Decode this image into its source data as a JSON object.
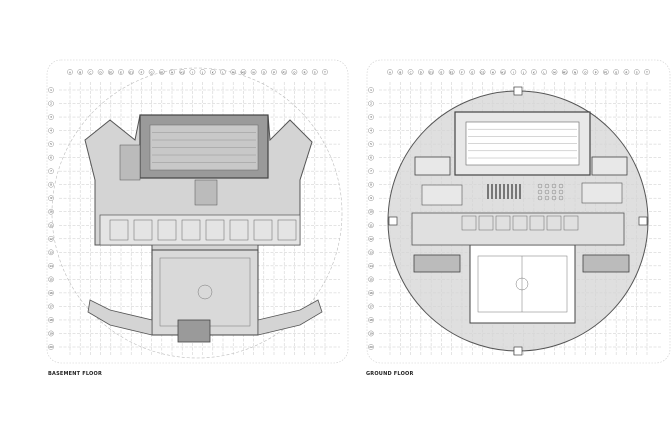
{
  "plans": [
    {
      "id": "basement",
      "caption": "BASEMENT FLOOR",
      "columns": [
        "A",
        "B",
        "C",
        "D",
        "D1",
        "E",
        "E1",
        "F",
        "G",
        "G1",
        "H",
        "H1",
        "I",
        "J",
        "K",
        "L",
        "M",
        "M1",
        "N",
        "O",
        "P",
        "P1",
        "Q",
        "R",
        "S",
        "T"
      ],
      "rows": [
        "1",
        "2",
        "3",
        "4",
        "5",
        "6",
        "7",
        "8",
        "9",
        "10",
        "11",
        "12",
        "13",
        "14",
        "15",
        "16",
        "17",
        "18",
        "19",
        "20"
      ]
    },
    {
      "id": "ground",
      "caption": "GROUND FLOOR",
      "columns": [
        "A",
        "B",
        "C",
        "D",
        "D1",
        "E",
        "E1",
        "F",
        "G",
        "G1",
        "H",
        "H1",
        "I",
        "J",
        "K",
        "L",
        "M",
        "M1",
        "N",
        "O",
        "P",
        "P1",
        "Q",
        "R",
        "S",
        "T"
      ],
      "rows": [
        "1",
        "2",
        "3",
        "4",
        "5",
        "6",
        "7",
        "8",
        "9",
        "10",
        "11",
        "12",
        "13",
        "14",
        "15",
        "16",
        "17",
        "18",
        "19",
        "20"
      ]
    }
  ],
  "colors": {
    "line": "#555555",
    "fill": "#d4d4d4",
    "dark": "#9a9a9a",
    "pool": "#ffffff",
    "grid": "#bdbdbd"
  }
}
